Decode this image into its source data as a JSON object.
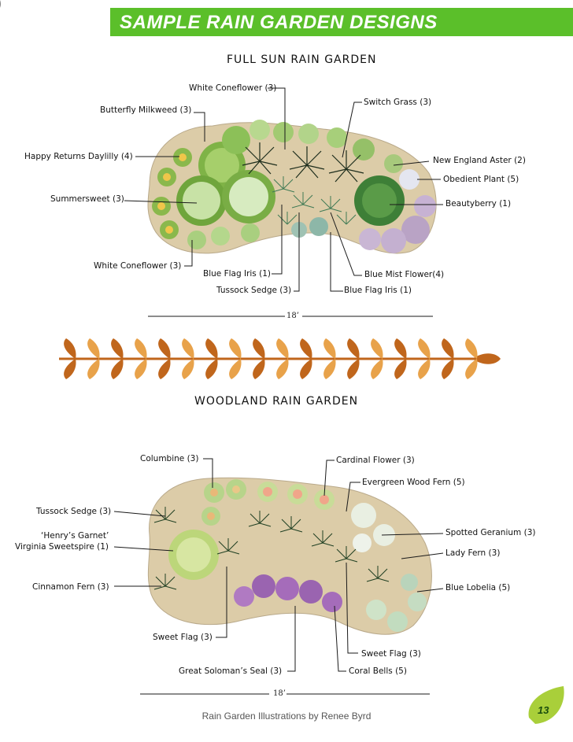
{
  "header": {
    "title": "SAMPLE RAIN GARDEN DESIGNS",
    "accent_color": "#5bbf2a"
  },
  "full_sun": {
    "title": "FULL SUN RAIN GARDEN",
    "labels": {
      "white_coneflower_top": "White Coneflower (3)",
      "butterfly_milkweed": "Butterfly Milkweed (3)",
      "switch_grass": "Switch Grass (3)",
      "happy_returns": "Happy Returns Daylilly (4)",
      "new_england_aster": "New England Aster (2)",
      "obedient_plant": "Obedient Plant (5)",
      "summersweet": "Summersweet (3)",
      "beautyberry": "Beautyberry (1)",
      "white_coneflower_bottom": "White Coneflower (3)",
      "blue_flag_iris_left": "Blue Flag Iris (1)",
      "blue_mist_flower": "Blue Mist Flower(4)",
      "tussock_sedge": "Tussock Sedge (3)",
      "blue_flag_iris_right": "Blue Flag Iris (1)"
    },
    "scale": "18’"
  },
  "woodland": {
    "title": "WOODLAND RAIN GARDEN",
    "labels": {
      "columbine": "Columbine (3)",
      "cardinal_flower": "Cardinal Flower (3)",
      "evergreen_wood_fern": "Evergreen Wood Fern (5)",
      "tussock_sedge": "Tussock Sedge (3)",
      "henrys_garnet_1": "‘Henry’s Garnet’",
      "henrys_garnet_2": "Virginia Sweetspire (1)",
      "spotted_geranium": "Spotted Geranium (3)",
      "lady_fern": "Lady Fern (3)",
      "cinnamon_fern": "Cinnamon Fern (3)",
      "blue_lobelia": "Blue Lobelia (5)",
      "sweet_flag_left": "Sweet Flag (3)",
      "sweet_flag_right": "Sweet Flag (3)",
      "solomans_seal": "Great Soloman’s Seal (3)",
      "coral_bells": "Coral Bells (5)"
    },
    "scale": "18’"
  },
  "footer": {
    "credit": "Rain Garden Illustrations by Renee Byrd",
    "page_number": "13"
  },
  "colors": {
    "leaf_dark": "#c0661c",
    "leaf_light": "#e8a24a",
    "soil": "#d8c9a8",
    "leaf_icon": "#a9cf3a"
  }
}
